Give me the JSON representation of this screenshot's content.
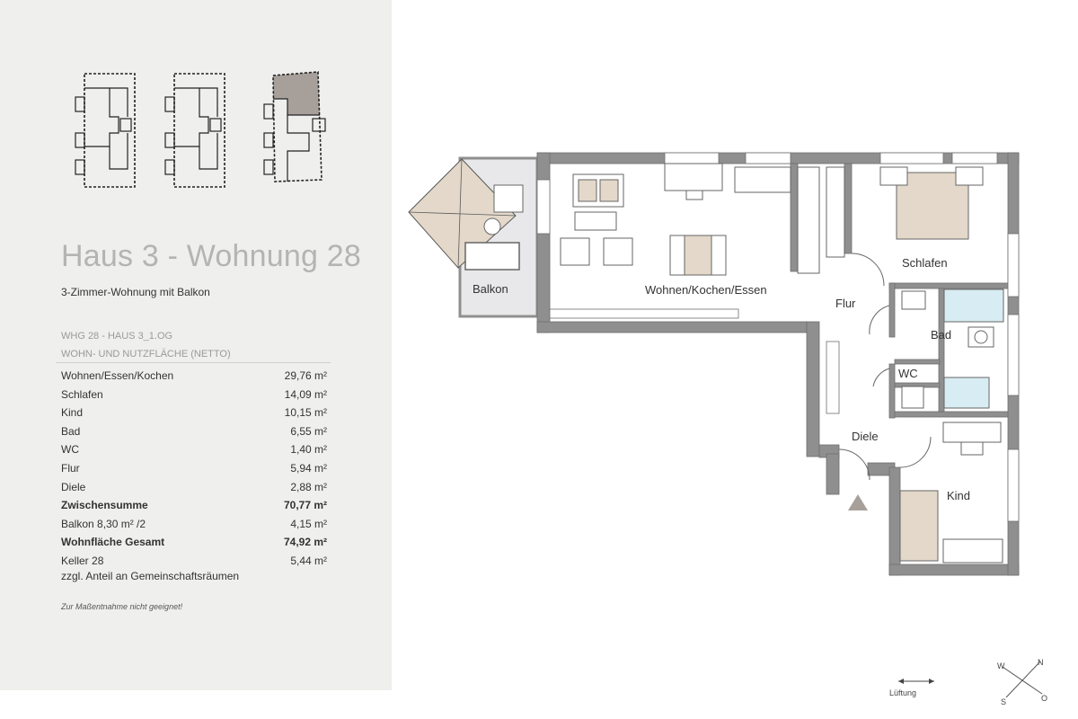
{
  "title": "Haus 3 - Wohnung 28",
  "subtitle": "3-Zimmer-Wohnung mit Balkon",
  "section_line1": "WHG 28  - HAUS 3_1.OG",
  "section_line2": "WOHN- UND NUTZFLÄCHE (NETTO)",
  "areas": [
    {
      "name": "Wohnen/Essen/Kochen",
      "value": "29,76 m²",
      "bold": false
    },
    {
      "name": "Schlafen",
      "value": "14,09 m²",
      "bold": false
    },
    {
      "name": "Kind",
      "value": "10,15 m²",
      "bold": false
    },
    {
      "name": "Bad",
      "value": "6,55 m²",
      "bold": false
    },
    {
      "name": "WC",
      "value": "1,40 m²",
      "bold": false
    },
    {
      "name": "Flur",
      "value": "5,94 m²",
      "bold": false
    },
    {
      "name": "Diele",
      "value": "2,88 m²",
      "bold": false
    },
    {
      "name": "Zwischensumme",
      "value": "70,77 m²",
      "bold": true
    },
    {
      "name": "Balkon  8,30 m² /2",
      "value": "4,15 m²",
      "bold": false
    },
    {
      "name": "Wohnfläche Gesamt",
      "value": "74,92 m²",
      "bold": true
    },
    {
      "name": "Keller 28",
      "value": "5,44 m²",
      "bold": false
    }
  ],
  "extra": "zzgl. Anteil an Gemeinschaftsräumen",
  "note": "Zur Maßentnahme nicht geeignet!",
  "rooms": {
    "balkon": "Balkon",
    "wohnen": "Wohnen/Kochen/Essen",
    "schlafen": "Schlafen",
    "flur": "Flur",
    "bad": "Bad",
    "wc": "WC",
    "diele": "Diele",
    "kind": "Kind"
  },
  "legend_lueftung": "Lüftung",
  "compass": {
    "n": "N",
    "o": "O",
    "s": "S",
    "w": "W"
  },
  "colors": {
    "wall": "#8f8f8f",
    "wall_stroke": "#6f6f6f",
    "bed": "#e3d8c9",
    "water": "#d8ecf3",
    "balcony": "#e8e8ea",
    "highlight": "#a7a09a"
  }
}
